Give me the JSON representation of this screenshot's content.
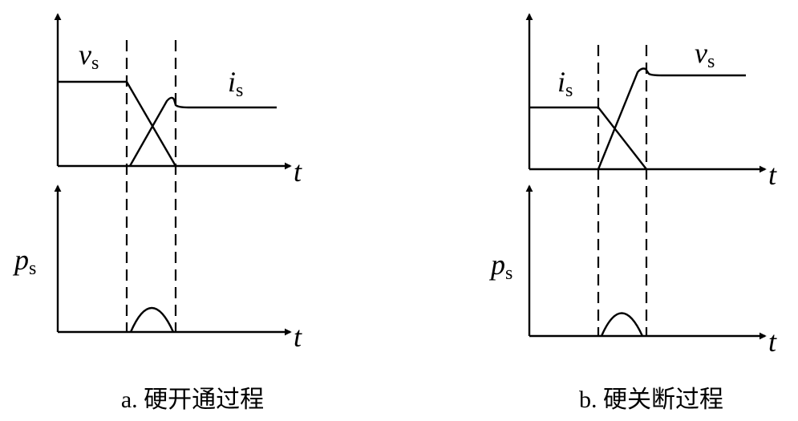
{
  "panel_a": {
    "voltage_label": "v",
    "voltage_sub": "s",
    "current_label": "i",
    "current_sub": "s",
    "power_label": "p",
    "power_sub": "s",
    "time_label_top": "t",
    "time_label_bottom": "t",
    "caption": "a. 硬开通过程"
  },
  "panel_b": {
    "voltage_label": "v",
    "voltage_sub": "s",
    "current_label": "i",
    "current_sub": "s",
    "power_label": "p",
    "power_sub": "s",
    "time_label_top": "t",
    "time_label_bottom": "t",
    "caption": "b. 硬关断过程"
  }
}
